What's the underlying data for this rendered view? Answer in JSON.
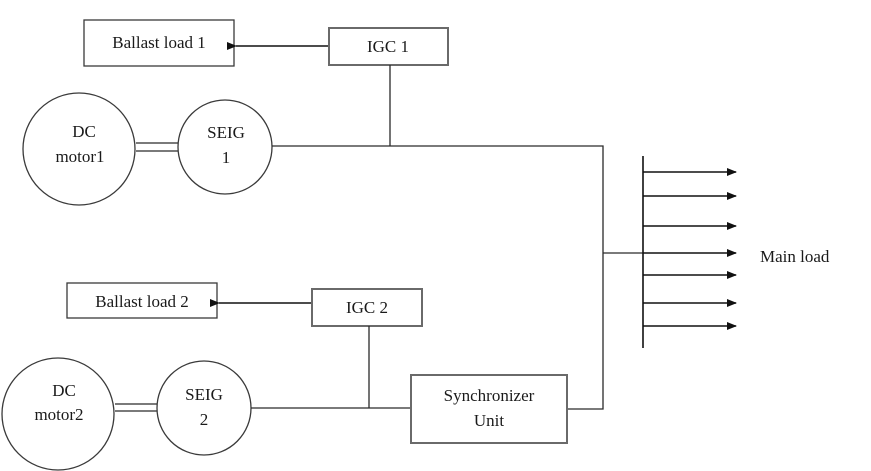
{
  "diagram": {
    "title": "",
    "nodes": {
      "ballast_load_1": {
        "label": "Ballast load 1"
      },
      "igc_1": {
        "label": "IGC 1"
      },
      "dc_motor_1": {
        "line1": "DC",
        "line2": "motor1"
      },
      "seig_1": {
        "line1": "SEIG",
        "line2": "1"
      },
      "ballast_load_2": {
        "label": "Ballast load 2"
      },
      "igc_2": {
        "label": "IGC 2"
      },
      "dc_motor_2": {
        "line1": "DC",
        "line2": "motor2"
      },
      "seig_2": {
        "line1": "SEIG",
        "line2": "2"
      },
      "synchronizer": {
        "line1": "Synchronizer",
        "line2": "Unit"
      },
      "main_load": {
        "label": "Main load",
        "feeder_count": 7
      }
    },
    "edges": [
      {
        "from": "igc_1",
        "to": "ballast_load_1",
        "type": "arrow"
      },
      {
        "from": "dc_motor_1",
        "to": "seig_1",
        "type": "shaft"
      },
      {
        "from": "seig_1",
        "to": "igc_1",
        "type": "line"
      },
      {
        "from": "seig_1",
        "to": "main_load",
        "type": "line"
      },
      {
        "from": "igc_2",
        "to": "ballast_load_2",
        "type": "arrow"
      },
      {
        "from": "dc_motor_2",
        "to": "seig_2",
        "type": "shaft"
      },
      {
        "from": "seig_2",
        "to": "igc_2",
        "type": "line"
      },
      {
        "from": "seig_2",
        "to": "synchronizer",
        "type": "line"
      },
      {
        "from": "synchronizer",
        "to": "main_load",
        "type": "line"
      }
    ]
  }
}
